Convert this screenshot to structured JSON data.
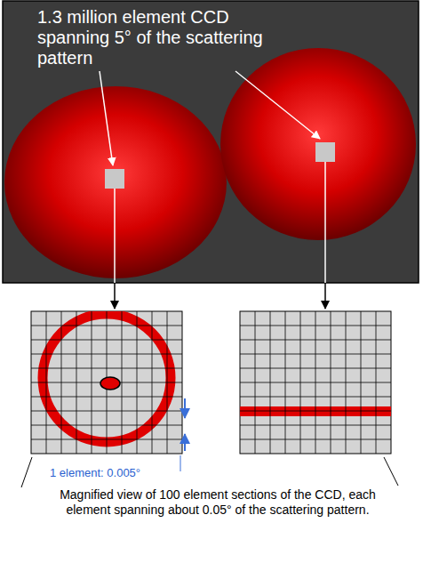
{
  "diagram": {
    "caption": "Magnified view of 100 element sections of the CCD, each element spanning about 0.05° of the scattering pattern.",
    "labels": [
      "1.3 million element CCD spanning 5° of the scattering pattern",
      "1 element: 0.005°"
    ]
  }
}
